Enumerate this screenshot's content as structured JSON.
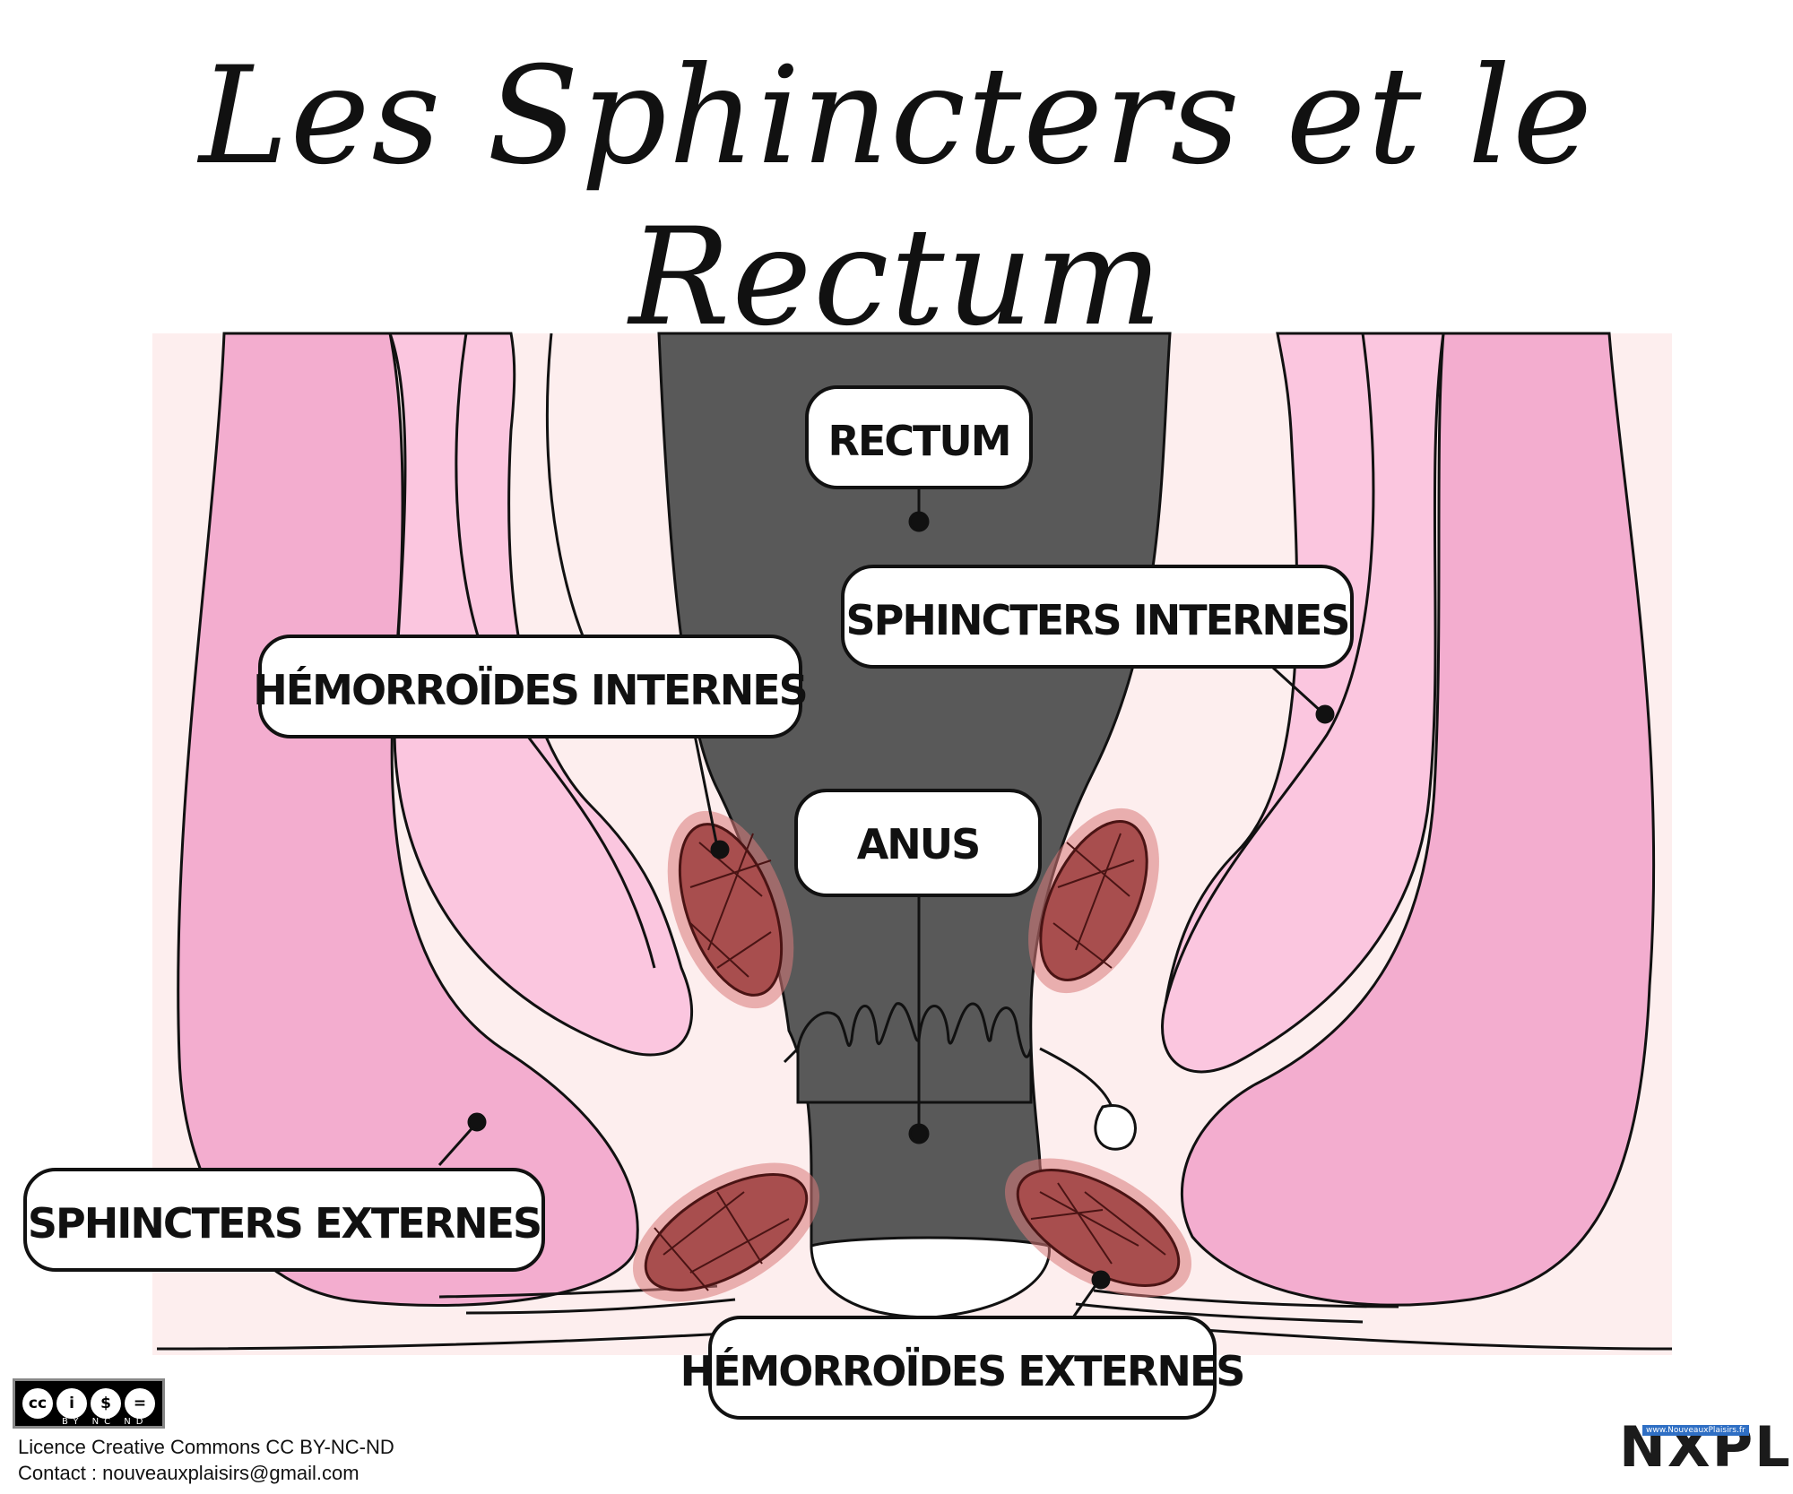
{
  "title": "Les Sphincters et le Rectum",
  "labels": {
    "rectum": "RECTUM",
    "sphincters_internes": "SPHINCTERS INTERNES",
    "hemorroides_internes": "HÉMORROÏDES INTERNES",
    "anus": "ANUS",
    "sphincters_externes": "SPHINCTERS EXTERNES",
    "hemorroides_externes": "HÉMORROÏDES EXTERNES"
  },
  "footer": {
    "license_badge": [
      "cc",
      "i",
      "$",
      "="
    ],
    "license_badge_sub": "BY NC ND",
    "license": "Licence Creative Commons CC BY-NC-ND",
    "contact": "Contact : nouveauxplaisirs@gmail.com",
    "logo": "NXPL",
    "logo_tag": "www.NouveauxPlaisirs.fr"
  },
  "colors": {
    "background_panel": "#fdeeee",
    "sphincter_externe": "#f3adcf",
    "sphincter_interne": "#fbc6df",
    "rectum": "#595959",
    "hemorroide_fill": "#a84e4e",
    "hemorroide_halo": "#d87a7a",
    "outline": "#111111"
  }
}
